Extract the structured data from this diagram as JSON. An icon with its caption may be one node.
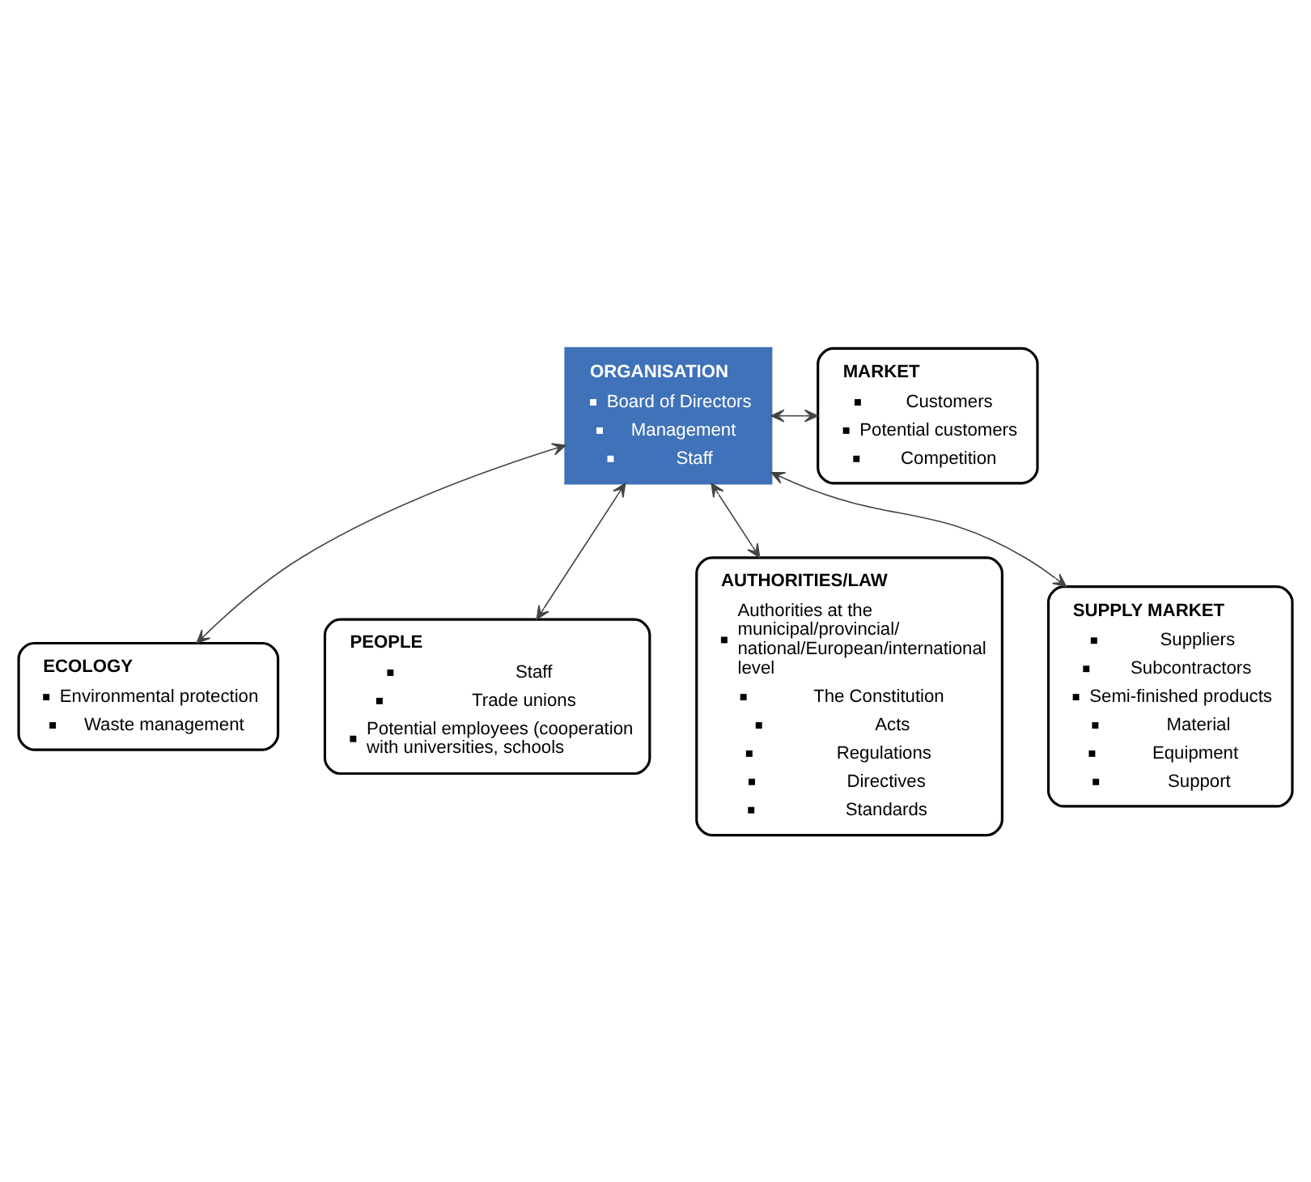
{
  "diagram": {
    "nodes": [
      {
        "text": [
          "ORGANISATION",
          "Board of Directors",
          "Management",
          "Staff"
        ]
      },
      {
        "text": [
          "MARKET",
          "Customers",
          "Potential customers",
          "Competition"
        ]
      },
      {
        "text": [
          "SUPPLY MARKET",
          "Suppliers",
          "Subcontractors",
          "Semi-finished products",
          "Material",
          "Equipment",
          "Support"
        ]
      },
      {
        "text": [
          "ECOLOGY",
          "Environmental protection",
          "Waste management"
        ]
      },
      {
        "text": [
          "PEOPLE",
          "Staff",
          "Trade unions",
          "Potential employees (cooperation with universities, schools"
        ]
      },
      {
        "text": [
          "AUTHORITIES/LAW",
          "Authorities at the municipal/provincial/ national/European/international level",
          "The Constitution",
          "Acts",
          "Regulations",
          "Directives",
          "Standards"
        ]
      }
    ],
    "edges": [
      {
        "from": 0,
        "to": 1,
        "arrow": "both"
      },
      {
        "from": 0,
        "to": 2,
        "arrow": "both"
      },
      {
        "from": 0,
        "to": 3,
        "arrow": "both"
      },
      {
        "from": 0,
        "to": 4,
        "arrow": "both"
      },
      {
        "from": 0,
        "to": 5,
        "arrow": "both"
      }
    ]
  }
}
